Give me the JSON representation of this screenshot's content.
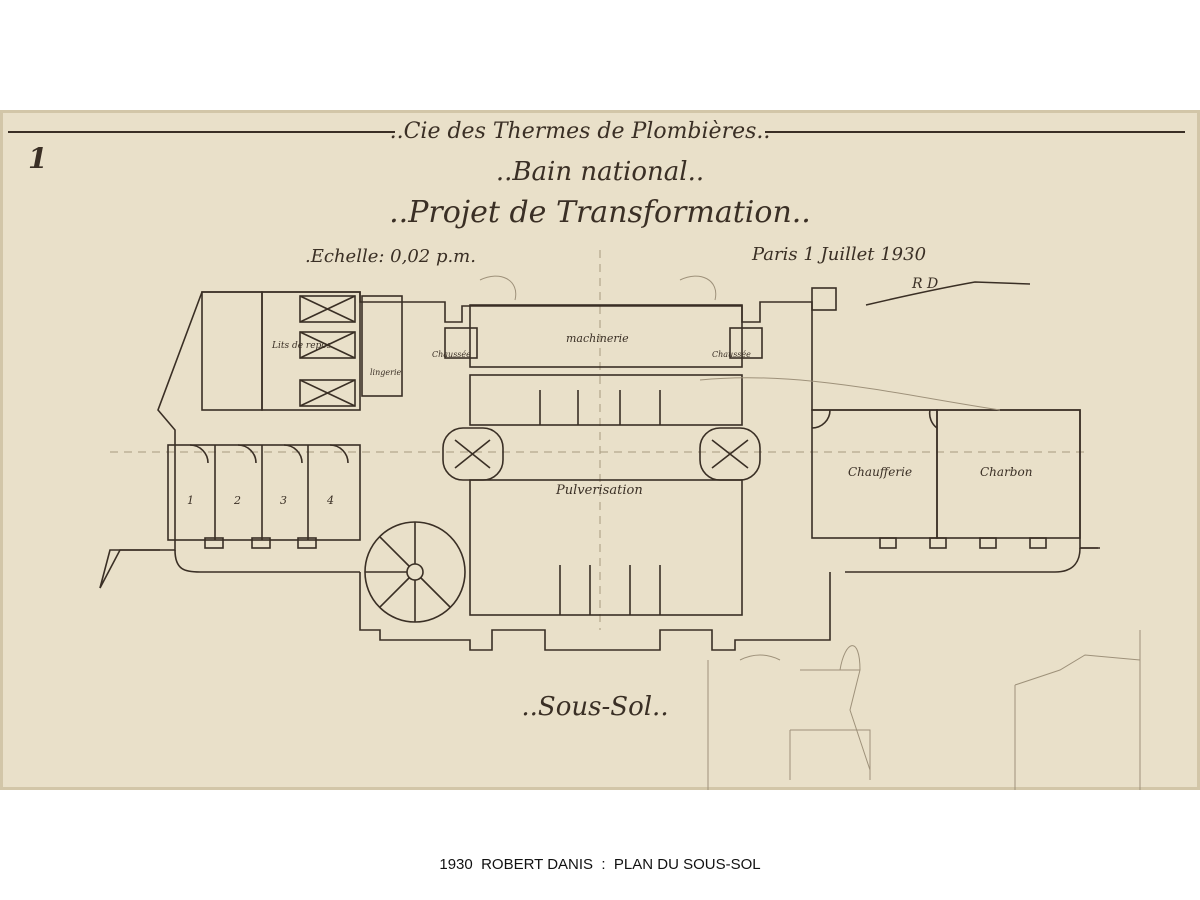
{
  "plate_number": "1",
  "header": {
    "company": "..Cie des Thermes de Plombières..",
    "building": "..Bain national..",
    "project": "..Projet de Transformation..",
    "scale": ".Echelle: 0,02 p.m.",
    "date": "Paris 1 Juillet 1930",
    "signature": "R D"
  },
  "rooms": {
    "lits_repos": "Lits de repos",
    "machinerie": "machinerie",
    "chaussee_left": "Chaussée",
    "chaussee_right": "Chaussée",
    "pulverisation": "Pulverisation",
    "chaufferie": "Chaufferie",
    "charbon": "Charbon",
    "lingerie": "lingerie",
    "cabin_1": "1",
    "cabin_2": "2",
    "cabin_3": "3",
    "cabin_4": "4"
  },
  "floor_label": "..Sous-Sol..",
  "caption": {
    "year": "1930",
    "author": "ROBERT DANIS",
    "separator": ":",
    "title": "PLAN DU SOUS-SOL"
  },
  "colors": {
    "paper": "#e9e0c9",
    "ink": "#3a2f25"
  }
}
